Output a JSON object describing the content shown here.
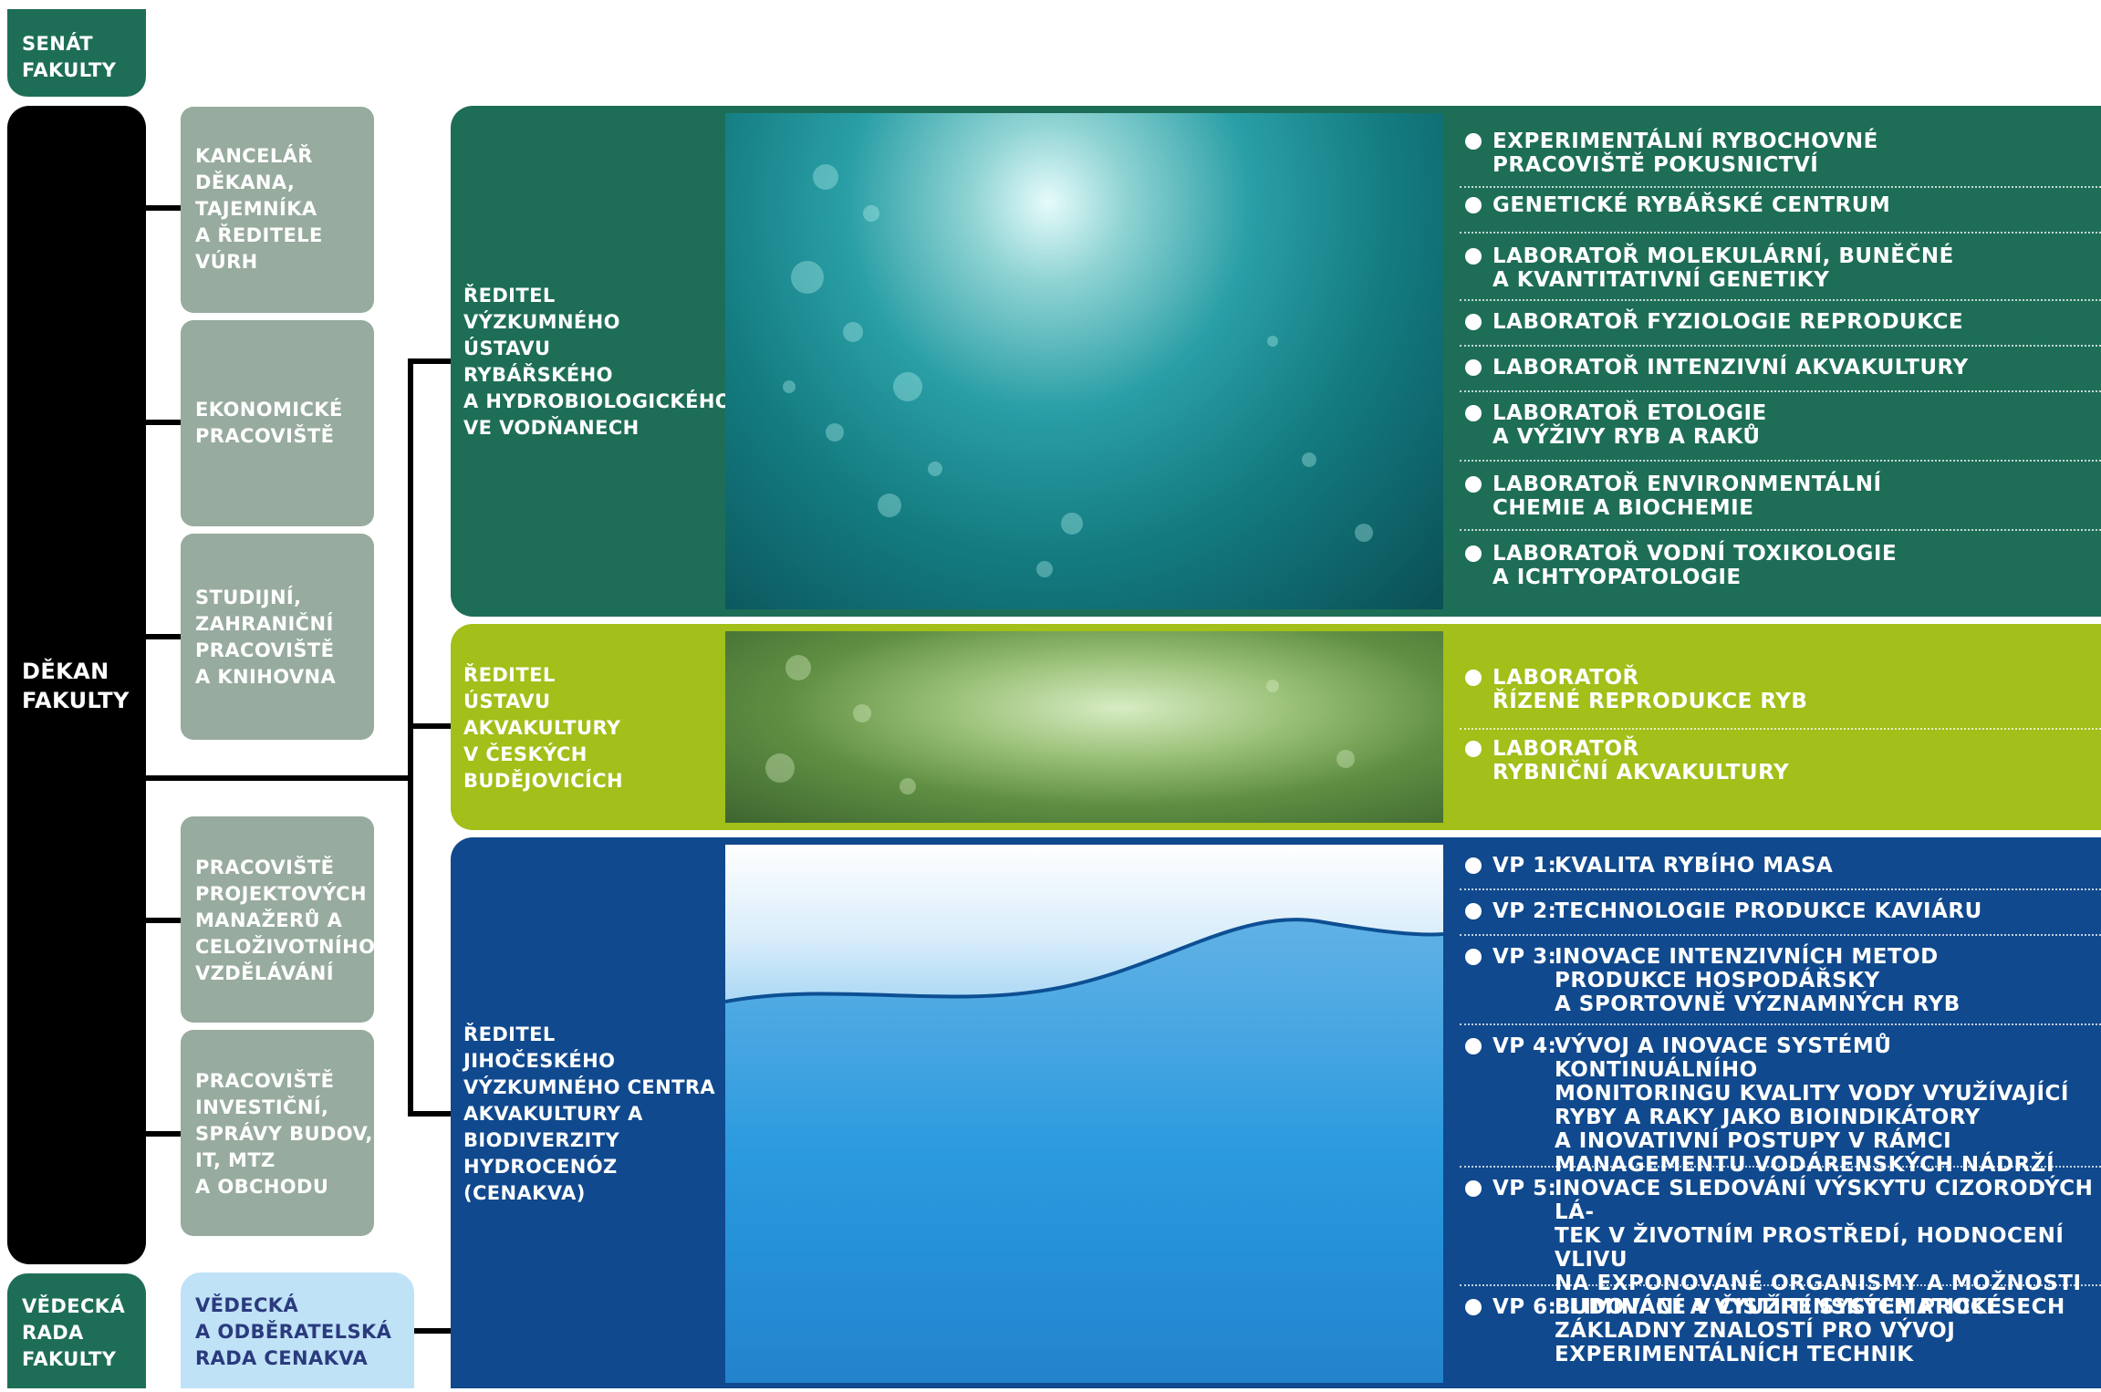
{
  "left_column": {
    "senat": "SENÁT\nFAKULTY",
    "dekan": "DĚKAN\nFAKULTY",
    "vedecka_rada": "VĚDECKÁ\nRADA\nFAKULTY"
  },
  "units": {
    "kancelar": "KANCELÁŘ\nDĚKANA,\nTAJEMNÍKA\nA ŘEDITELE\nVÚRH",
    "ekonomicke": "EKONOMICKÉ\nPRACOVIŠTĚ",
    "studijni": "STUDIJNÍ,\nZAHRANIČNÍ\nPRACOVIŠTĚ\nA KNIHOVNA",
    "projektovi": "PRACOVIŠTĚ\nPROJEKTOVÝCH\nMANAŽERŮ A\nCELOŽIVOTNÍHO\nVZDĚLÁVÁNÍ",
    "investicni": "PRACOVIŠTĚ\nINVESTIČNÍ,\nSPRÁVY BUDOV,\nIT, MTZ\nA OBCHODU",
    "vedecka_cenakva": "VĚDECKÁ\nA ODBĚRATELSKÁ\nRADA CENAKVA"
  },
  "institutes": [
    {
      "title": "ŘEDITEL\nVÝZKUMNÉHO\nÚSTAVU\nRYBÁŘSKÉHO\nA HYDROBIOLOGICKÉHO\nVE VODŇANECH",
      "color": "#1e6e57",
      "items": [
        "EXPERIMENTÁLNÍ RYBOCHOVNÉ\nPRACOVIŠTĚ POKUSNICTVÍ",
        "GENETICKÉ RYBÁŘSKÉ CENTRUM",
        "LABORATOŘ MOLEKULÁRNÍ, BUNĚČNÉ\nA KVANTITATIVNÍ GENETIKY",
        "LABORATOŘ FYZIOLOGIE REPRODUKCE",
        "LABORATOŘ INTENZIVNÍ AKVAKULTURY",
        "LABORATOŘ ETOLOGIE\nA VÝŽIVY RYB A RAKŮ",
        "LABORATOŘ ENVIRONMENTÁLNÍ\nCHEMIE A BIOCHEMIE",
        "LABORATOŘ VODNÍ TOXIKOLOGIE\nA ICHTYOPATOLOGIE"
      ]
    },
    {
      "title": "ŘEDITEL\nÚSTAVU\nAKVAKULTURY\nV ČESKÝCH\nBUDĚJOVICÍCH",
      "color": "#a2bf1a",
      "items": [
        "LABORATOŘ\nŘÍZENÉ REPRODUKCE RYB",
        "LABORATOŘ\nRYBNIČNÍ AKVAKULTURY"
      ]
    },
    {
      "title": "ŘEDITEL\nJIHOČESKÉHO\nVÝZKUMNÉHO CENTRA\nAKVAKULTURY A\nBIODIVERZITY\nHYDROCENÓZ\n(CENAKVA)",
      "color": "#10498d",
      "items": [
        {
          "code": "VP 1:",
          "text": "KVALITA RYBÍHO MASA"
        },
        {
          "code": "VP 2:",
          "text": "TECHNOLOGIE PRODUKCE KAVIÁRU"
        },
        {
          "code": "VP 3:",
          "text": "INOVACE INTENZIVNÍCH METOD\nPRODUKCE HOSPODÁŘSKY\nA SPORTOVNĚ VÝZNAMNÝCH RYB"
        },
        {
          "code": "VP 4:",
          "text": "VÝVOJ A INOVACE SYSTÉMŮ KONTINUÁLNÍHO\nMONITORINGU KVALITY VODY VYUŽÍVAJÍCÍ\nRYBY A RAKY JAKO BIOINDIKÁTORY\nA INOVATIVNÍ POSTUPY V RÁMCI\nMANAGEMENTU VODÁRENSKÝCH NÁDRŽÍ"
        },
        {
          "code": "VP 5:",
          "text": "INOVACE SLEDOVÁNÍ VÝSKYTU CIZORODÝCH LÁ-\nTEK V ŽIVOTNÍM PROSTŘEDÍ, HODNOCENÍ VLIVU\nNA EXPONOVANÉ ORGANISMY A MOŽNOSTI\nELIMINACE V ČISTÍRENSKÝCH PROCESECH"
        },
        {
          "code": "VP 6:",
          "text": "BUDOVÁNÍ A VYUŽITÍ SYSTEMATICKÉ\nZÁKLADNY ZNALOSTÍ PRO VÝVOJ\nEXPERIMENTÁLNÍCH TECHNIK"
        }
      ]
    }
  ]
}
